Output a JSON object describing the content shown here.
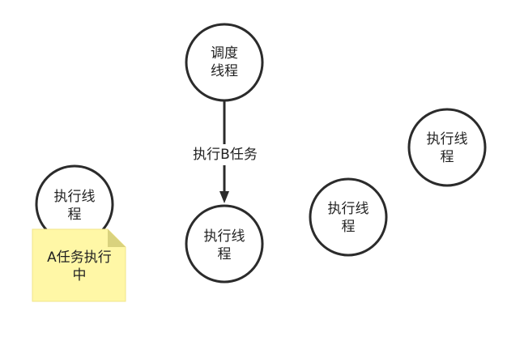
{
  "colors": {
    "stroke": "#2b2b2b",
    "note_fill": "#fff7a6",
    "note_fold": "#d9d27e",
    "text": "#222222"
  },
  "nodes": {
    "scheduler": {
      "line1": "调度",
      "line2": "线程"
    },
    "exec_center": {
      "line1": "执行线",
      "line2": "程"
    },
    "exec_left": {
      "line1": "执行线",
      "line2": "程"
    },
    "exec_mid_right": {
      "line1": "执行线",
      "line2": "程"
    },
    "exec_top_right": {
      "line1": "执行线",
      "line2": "程"
    }
  },
  "edge": {
    "label": "执行B任务"
  },
  "note": {
    "line1": "A任务执行",
    "line2": "中"
  }
}
